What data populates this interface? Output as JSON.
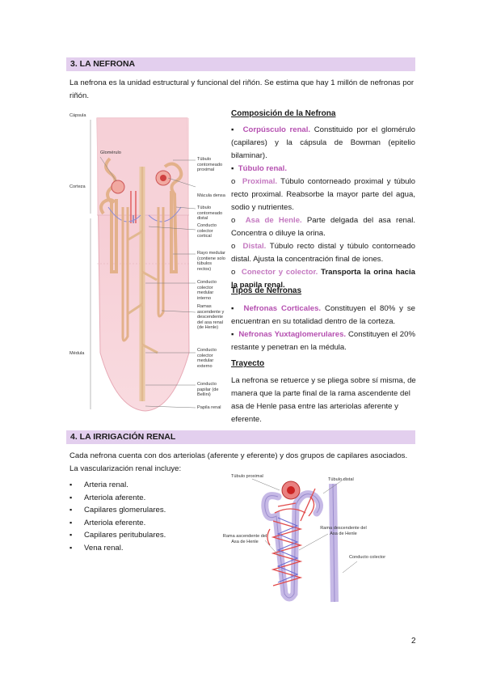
{
  "section3": {
    "header": "3. LA NEFRONA",
    "intro": "La nefrona es la unidad estructural y funcional del riñón. Se estima que hay 1 millón de nefronas por riñón.",
    "composicion_title": "Composición de la Nefrona",
    "items": [
      {
        "marker": "▪",
        "term": "Corpúsculo renal.",
        "text": " Constituido por el glomérulo (capilares) y la cápsula de Bowman (epitelio bilaminar)."
      },
      {
        "marker": "▪",
        "term": "Túbulo renal.",
        "text": ""
      },
      {
        "marker": "o",
        "term": "Proximal.",
        "text": " Túbulo contorneado proximal y túbulo recto proximal. Reabsorbe la mayor parte del agua, sodio y nutrientes."
      },
      {
        "marker": "o",
        "term": "Asa de Henle.",
        "text": " Parte delgada del asa renal. Concentra o diluye la orina."
      },
      {
        "marker": "o",
        "term": "Distal.",
        "text": " Túbulo recto distal y túbulo contorneado distal. Ajusta la concentración final de iones."
      },
      {
        "marker": "o",
        "term": "Conector y colector.",
        "text": " Transporta la orina hacia la papila renal."
      }
    ],
    "tipos_title": "Tipos de Nefronas",
    "tipos": [
      {
        "term": "Nefronas Corticales.",
        "text": " Constituyen el 80% y se encuentran en su totalidad dentro de la corteza."
      },
      {
        "term": "Nefronas Yuxtaglomerulares.",
        "text": " Constituyen el 20% restante y penetran en la médula."
      }
    ],
    "trayecto_title": "Trayecto",
    "trayecto_text": "La nefrona se retuerce y se pliega sobre sí misma, de manera que la parte final de la rama ascendente del asa de Henle pasa entre las arteriolas aferente y eferente."
  },
  "figure1": {
    "labels": {
      "capsula": "Cápsula",
      "corteza": "Corteza",
      "medula": "Médula",
      "glomerulo": "Glomérulo",
      "tubulo_proximal": "Túbulo contorneado proximal",
      "macula_densa": "Mácula densa",
      "tubulo_distal": "Túbulo contorneado distal",
      "conducto_cortical": "Conducto colector cortical",
      "rayo_medular": "Rayo medular (contiene solo túbulos rectos)",
      "conducto_medular_interno": "Conducto colector medular interno",
      "ramas": "Ramas ascendente y descendente del asa renal (de Henle)",
      "conducto_medular_externo": "Conducto colector medular externo",
      "conducto_papilar": "Conducto papilar (de Bellini)",
      "papila": "Papila renal"
    }
  },
  "section4": {
    "header": "4. LA IRRIGACIÓN RENAL",
    "intro": "Cada nefrona cuenta con dos arteriolas (aferente y eferente) y dos grupos de capilares asociados. La vascularización renal incluye:",
    "list": [
      "Arteria renal.",
      "Arteriola aferente.",
      "Capilares glomerulares.",
      "Arteriola eferente.",
      "Capilares peritubulares.",
      "Vena renal."
    ]
  },
  "figure2": {
    "labels": {
      "tubulo_proximal": "Túbulo proximal",
      "tubulo_distal": "Túbulo distal",
      "rama_descendente": "Rama descendente del Asa de Henle",
      "rama_ascendente": "Rama ascendente del Asa de Henle",
      "conducto_colector": "Conducto colector"
    }
  },
  "page_number": "2"
}
